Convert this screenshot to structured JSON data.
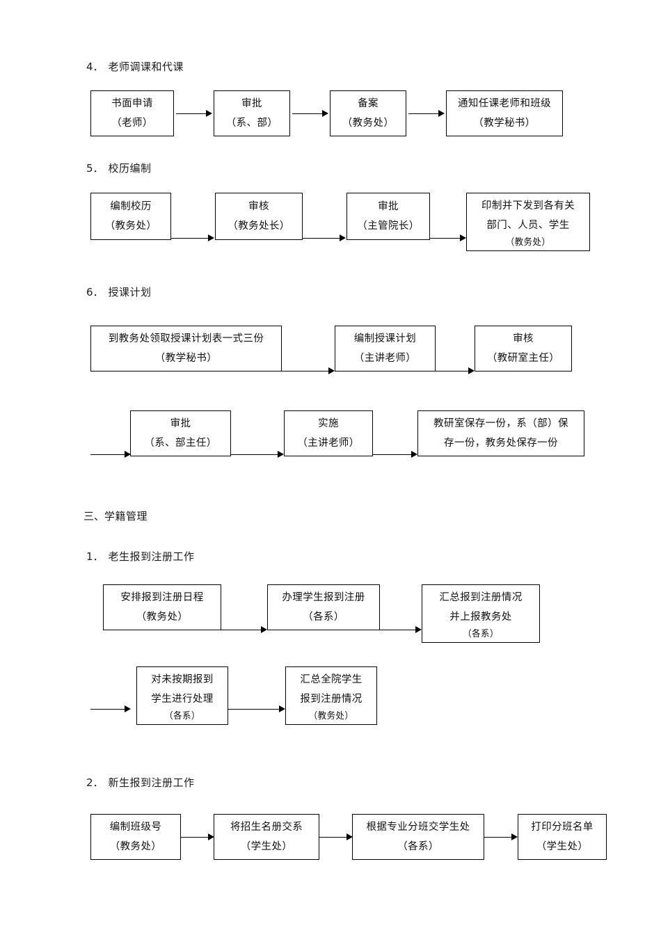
{
  "document": {
    "page_background": "#ffffff",
    "ink_color": "#000000"
  },
  "sections": [
    {
      "id": "sec-4",
      "heading_number": "4．",
      "heading_title": "老师调课和代课",
      "rows": [
        {
          "boxes": [
            {
              "lines": [
                "书面申请",
                "（老师）"
              ]
            },
            {
              "lines": [
                "审批",
                "（系、部）"
              ]
            },
            {
              "lines": [
                "备案",
                "（教务处）"
              ]
            },
            {
              "lines": [
                "通知任课老师和班级",
                "（教学秘书）"
              ]
            }
          ]
        }
      ]
    },
    {
      "id": "sec-5",
      "heading_number": "5．",
      "heading_title": "校历编制",
      "rows": [
        {
          "boxes": [
            {
              "lines": [
                "编制校历",
                "（教务处）"
              ]
            },
            {
              "lines": [
                "审核",
                "（教务处长）"
              ]
            },
            {
              "lines": [
                "审批",
                "（主管院长）"
              ]
            },
            {
              "lines": [
                "印制并下发到各有关",
                "部门、人员、学生"
              ],
              "clipped_line": "（教务处）"
            }
          ]
        }
      ]
    },
    {
      "id": "sec-6",
      "heading_number": "6．",
      "heading_title": "授课计划",
      "rows": [
        {
          "boxes": [
            {
              "lines": [
                "到教务处领取授课计划表一式三份",
                "（教学秘书）"
              ]
            },
            {
              "lines": [
                "编制授课计划",
                "（主讲老师）"
              ]
            },
            {
              "lines": [
                "审核",
                "（教研室主任）"
              ]
            }
          ]
        },
        {
          "boxes": [
            {
              "lines": [
                "审批",
                "（系、部主任）"
              ]
            },
            {
              "lines": [
                "实施",
                "（主讲老师）"
              ]
            },
            {
              "lines": [
                "教研室保存一份，系（部）保",
                "存一份，教务处保存一份"
              ]
            }
          ]
        }
      ]
    },
    {
      "id": "sec-III",
      "heading_number": "三、",
      "heading_title": "学籍管理",
      "is_major": true
    },
    {
      "id": "sec-III-1",
      "heading_number": "1．",
      "heading_title": "老生报到注册工作",
      "rows": [
        {
          "boxes": [
            {
              "lines": [
                "安排报到注册日程",
                "（教务处）"
              ]
            },
            {
              "lines": [
                "办理学生报到注册",
                "（各系）"
              ]
            },
            {
              "lines": [
                "汇总报到注册情况",
                "并上报教务处"
              ],
              "clipped_line": "（各系）"
            }
          ]
        },
        {
          "boxes": [
            {
              "lines": [
                "对未按期报到",
                "学生进行处理"
              ],
              "clipped_line": "（各系）"
            },
            {
              "lines": [
                "汇总全院学生",
                "报到注册情况"
              ],
              "clipped_line": "（教务处）"
            }
          ]
        }
      ]
    },
    {
      "id": "sec-III-2",
      "heading_number": "2．",
      "heading_title": "新生报到注册工作",
      "rows": [
        {
          "boxes": [
            {
              "lines": [
                "编制班级号",
                "（教务处）"
              ]
            },
            {
              "lines": [
                "将招生名册交系",
                "（学生处）"
              ]
            },
            {
              "lines": [
                "根据专业分班交学生处",
                "（各系）"
              ]
            },
            {
              "lines": [
                "打印分班名单",
                "（学生处）"
              ]
            }
          ]
        }
      ]
    }
  ]
}
